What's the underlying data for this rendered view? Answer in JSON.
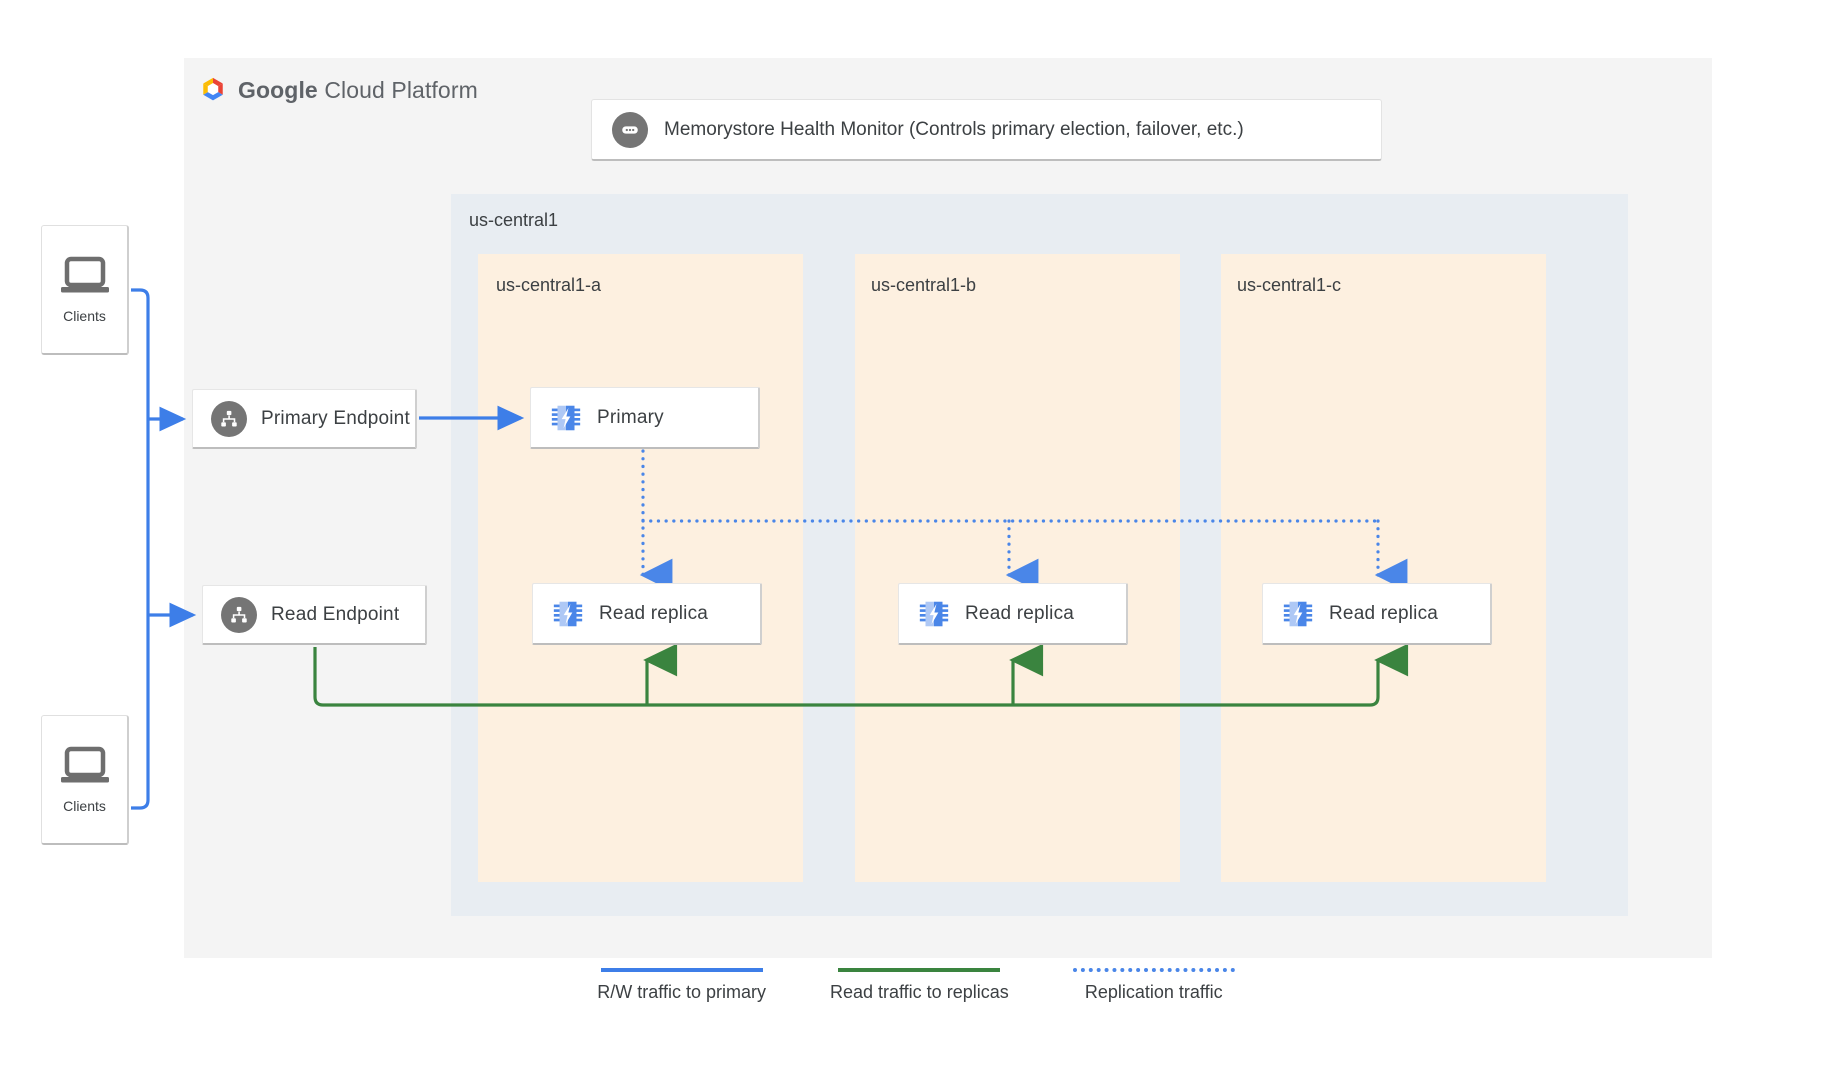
{
  "platform": {
    "logo_bold": "Google",
    "logo_rest": " Cloud Platform",
    "logo_icon": "google-cloud-hexagon-icon"
  },
  "health_monitor": {
    "icon": "health-monitor-icon",
    "label": "Memorystore Health Monitor (Controls primary election, failover, etc.)"
  },
  "region": {
    "label": "us-central1",
    "zones": [
      {
        "label": "us-central1-a",
        "node": "Primary",
        "replica": "Read replica"
      },
      {
        "label": "us-central1-b",
        "node": "",
        "replica": "Read replica"
      },
      {
        "label": "us-central1-c",
        "node": "",
        "replica": "Read replica"
      }
    ]
  },
  "endpoints": [
    {
      "label": "Primary Endpoint",
      "icon": "network-endpoint-icon"
    },
    {
      "label": "Read Endpoint",
      "icon": "network-endpoint-icon"
    }
  ],
  "clients": [
    {
      "label": "Clients",
      "icon": "laptop-icon"
    },
    {
      "label": "Clients",
      "icon": "laptop-icon"
    }
  ],
  "legend": [
    {
      "label": "R/W traffic to primary",
      "style": "solid",
      "color": "#3d7ee8"
    },
    {
      "label": "Read traffic to replicas",
      "style": "solid",
      "color": "#3a843f"
    },
    {
      "label": "Replication traffic",
      "style": "dotted",
      "color": "#4a86e8"
    }
  ],
  "colors": {
    "blue": "#3d7ee8",
    "green": "#3a843f",
    "dotted_blue": "#4a86e8",
    "zone_bg": "#fdf0e0",
    "region_bg": "#e8edf2",
    "panel_bg": "#f4f4f4",
    "icon_gray": "#757575"
  }
}
